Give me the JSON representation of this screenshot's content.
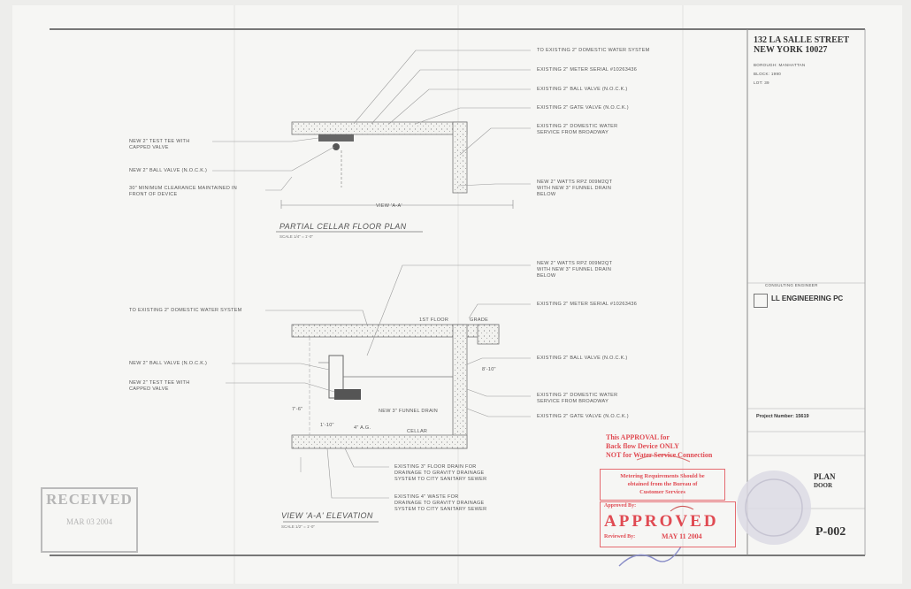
{
  "drawing": {
    "plan_title": "PARTIAL CELLAR FLOOR PLAN",
    "plan_scale": "SCALE 1/4\" = 1'-0\"",
    "elevation_title": "VIEW 'A-A' ELEVATION",
    "elevation_scale": "SCALE 1/2\" = 1'-0\"",
    "view_tag": "VIEW 'A-A'",
    "plan_notes_right": [
      "TO EXISTING 2\" DOMESTIC WATER SYSTEM",
      "EXISTING 2\" METER SERIAL #10263436",
      "EXISTING 2\" BALL VALVE (N.O.C.K.)",
      "EXISTING 2\" GATE VALVE (N.O.C.K.)",
      "EXISTING 2\" DOMESTIC WATER\nSERVICE FROM BROADWAY",
      "NEW 2\" WATTS RPZ 009M2QT\nWITH NEW 3\" FUNNEL DRAIN\nBELOW"
    ],
    "plan_notes_left": [
      "NEW 2\" TEST TEE WITH\nCAPPED VALVE",
      "NEW 2\" BALL VALVE (N.O.C.K.)",
      "30\" MINIMUM CLEARANCE MAINTAINED IN\nFRONT OF DEVICE"
    ],
    "elev_notes_right": [
      "NEW 2\" WATTS RPZ 009M2QT\nWITH NEW 3\" FUNNEL DRAIN\nBELOW",
      "EXISTING 2\" METER SERIAL #10263436",
      "EXISTING 2\" BALL VALVE (N.O.C.K.)",
      "EXISTING 2\" DOMESTIC WATER\nSERVICE FROM BROADWAY",
      "EXISTING 2\" GATE VALVE (N.O.C.K.)"
    ],
    "elev_notes_left": [
      "TO EXISTING 2\" DOMESTIC WATER SYSTEM",
      "NEW 2\" BALL VALVE (N.O.C.K.)",
      "NEW 2\" TEST TEE WITH\nCAPPED VALVE"
    ],
    "elev_notes_bottom": [
      "EXISTING 3\" FLOOR DRAIN FOR\nDRAINAGE TO GRAVITY DRAINAGE\nSYSTEM TO CITY SANITARY SEWER",
      "EXISTING 4\" WASTE FOR\nDRAINAGE TO GRAVITY DRAINAGE\nSYSTEM TO CITY SANITARY SEWER"
    ],
    "elev_labels": {
      "first_floor": "1ST FLOOR",
      "grade": "GRADE",
      "cellar": "CELLAR",
      "funnel": "NEW 3\" FUNNEL DRAIN",
      "dim1": "7'-6\"",
      "dim2": "1'-10\"",
      "dim3": "4\" A.G.",
      "dim4": "8'-10\""
    }
  },
  "title_block": {
    "address_line1": "132 LA SALLE STREET",
    "address_line2": "NEW YORK 10027",
    "borough": "BOROUGH: MANHATTAN",
    "block": "BLOCK: 1990",
    "lot": "LOT: 39",
    "consulting_engineer_label": "CONSULTING ENGINEER",
    "firm_name": "LL ENGINEERING PC",
    "project_number": "Project Number: 15619",
    "drawing_title_line1": "PLAN",
    "drawing_title_line2": "DOOR",
    "sheet_number": "P-002"
  },
  "approval_stamp": {
    "line1": "This APPROVAL for",
    "line2": "Back flow Device ONLY",
    "line3": "NOT for Water Service Connection",
    "box_text": "Metering Requirements Should be\nobtained from the Bureau of\nCustomer Services",
    "approved_by_label": "Approved By:",
    "approved_word": "APPROVED",
    "reviewed_by_label": "Reviewed By:",
    "review_date": "MAY 11 2004"
  },
  "received_stamp": {
    "word": "RECEIVED",
    "date": "MAR 03 2004"
  }
}
